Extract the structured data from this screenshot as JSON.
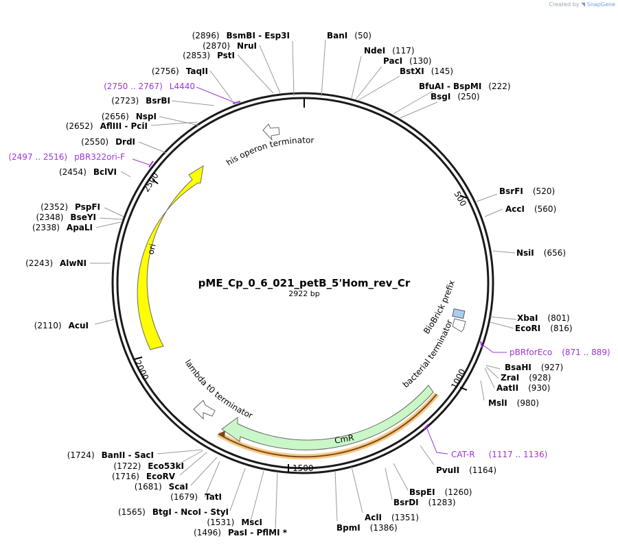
{
  "credit": {
    "prefix": "Created by",
    "brand": "SnapGene"
  },
  "plasmid": {
    "name": "pME_Cp_0_6_021_petB_5'Hom_rev_Cr",
    "length_label": "2922 bp",
    "length": 2922
  },
  "ticks": [
    {
      "pos": 500,
      "label": "500"
    },
    {
      "pos": 1000,
      "label": "1000"
    },
    {
      "pos": 1500,
      "label": "1500"
    },
    {
      "pos": 2000,
      "label": "2000"
    },
    {
      "pos": 2500,
      "label": "2500"
    }
  ],
  "sites": [
    {
      "pos_label": "(50)",
      "name": "BanI",
      "pos": 50
    },
    {
      "pos_label": "(117)",
      "name": "NdeI",
      "pos": 117
    },
    {
      "pos_label": "(130)",
      "name": "PacI",
      "pos": 130
    },
    {
      "pos_label": "(145)",
      "name": "BstXI",
      "pos": 145
    },
    {
      "pos_label": "(222)",
      "name": "BfuAI  -  BspMI",
      "pos": 222
    },
    {
      "pos_label": "(250)",
      "name": "BsgI",
      "pos": 250
    },
    {
      "pos_label": "(520)",
      "name": "BsrFI",
      "pos": 520
    },
    {
      "pos_label": "(560)",
      "name": "AccI",
      "pos": 560
    },
    {
      "pos_label": "(656)",
      "name": "NsiI",
      "pos": 656
    },
    {
      "pos_label": "(801)",
      "name": "XbaI",
      "pos": 801
    },
    {
      "pos_label": "(816)",
      "name": "EcoRI",
      "pos": 816
    },
    {
      "pos_label": "(927)",
      "name": "BsaHI",
      "pos": 927
    },
    {
      "pos_label": "(928)",
      "name": "ZraI",
      "pos": 928
    },
    {
      "pos_label": "(930)",
      "name": "AatII",
      "pos": 930
    },
    {
      "pos_label": "(980)",
      "name": "MslI",
      "pos": 980
    },
    {
      "pos_label": "(1164)",
      "name": "PvuII",
      "pos": 1164
    },
    {
      "pos_label": "(1260)",
      "name": "BspEI",
      "pos": 1260
    },
    {
      "pos_label": "(1283)",
      "name": "BsrDI",
      "pos": 1283
    },
    {
      "pos_label": "(1351)",
      "name": "AclI",
      "pos": 1351
    },
    {
      "pos_label": "(1386)",
      "name": "BpmI",
      "pos": 1386
    },
    {
      "pos_label": "(1496)",
      "name": "PasI  -  PflMI *",
      "pos": 1496
    },
    {
      "pos_label": "(1531)",
      "name": "MscI",
      "pos": 1531
    },
    {
      "pos_label": "(1565)",
      "name": "BtgI  -  NcoI  -  StyI",
      "pos": 1565
    },
    {
      "pos_label": "(1679)",
      "name": "TatI",
      "pos": 1679
    },
    {
      "pos_label": "(1681)",
      "name": "ScaI",
      "pos": 1681
    },
    {
      "pos_label": "(1716)",
      "name": "EcoRV",
      "pos": 1716
    },
    {
      "pos_label": "(1722)",
      "name": "Eco53kI",
      "pos": 1722
    },
    {
      "pos_label": "(1724)",
      "name": "BanII  -  SacI",
      "pos": 1724
    },
    {
      "pos_label": "(2110)",
      "name": "AcuI",
      "pos": 2110
    },
    {
      "pos_label": "(2243)",
      "name": "AlwNI",
      "pos": 2243
    },
    {
      "pos_label": "(2338)",
      "name": "ApaLI",
      "pos": 2338
    },
    {
      "pos_label": "(2348)",
      "name": "BseYI",
      "pos": 2348
    },
    {
      "pos_label": "(2352)",
      "name": "PspFI",
      "pos": 2352
    },
    {
      "pos_label": "(2454)",
      "name": "BclVI",
      "pos": 2454
    },
    {
      "pos_label": "(2550)",
      "name": "DrdI",
      "pos": 2550
    },
    {
      "pos_label": "(2652)",
      "name": "AflIII  -  PciI",
      "pos": 2652
    },
    {
      "pos_label": "(2656)",
      "name": "NspI",
      "pos": 2656
    },
    {
      "pos_label": "(2723)",
      "name": "BsrBI",
      "pos": 2723
    },
    {
      "pos_label": "(2756)",
      "name": "TaqII",
      "pos": 2756
    },
    {
      "pos_label": "(2853)",
      "name": "PstI",
      "pos": 2853
    },
    {
      "pos_label": "(2870)",
      "name": "NruI",
      "pos": 2870
    },
    {
      "pos_label": "(2896)",
      "name": "BsmBI  -  Esp3I",
      "pos": 2896
    }
  ],
  "primers": [
    {
      "name": "L4440",
      "range": "(2750 .. 2767)",
      "start": 2750,
      "end": 2767
    },
    {
      "name": "pBR322ori-F",
      "range": "(2497 .. 2516)",
      "start": 2497,
      "end": 2516
    },
    {
      "name": "pBRforEco",
      "range": "(871 .. 889)",
      "start": 871,
      "end": 889
    },
    {
      "name": "CAT-R",
      "range": "(1117 .. 1136)",
      "start": 1117,
      "end": 1136
    }
  ],
  "features": [
    {
      "name": "his operon terminator"
    },
    {
      "name": "BioBrick prefix"
    },
    {
      "name": "bacterial terminator"
    },
    {
      "name": "lambda t0 terminator"
    },
    {
      "name": "CmR"
    },
    {
      "name": "ori"
    }
  ],
  "colors": {
    "backbone": "#1a1a1a",
    "ori": "#ffff00",
    "cmr": "#c9f7c8",
    "biobrick": "#a8cdf0",
    "orf_orange": "#f5c98a",
    "orf_brown": "#7a4a12",
    "primer": "#9a35d6"
  }
}
